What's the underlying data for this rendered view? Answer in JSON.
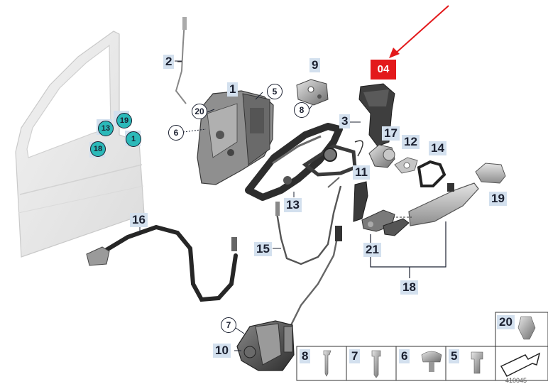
{
  "diagram": {
    "callout_labels": {
      "lbl_1": "1",
      "lbl_2": "2",
      "lbl_3": "3",
      "lbl_9": "9",
      "lbl_10": "10",
      "lbl_11": "11",
      "lbl_12": "12",
      "lbl_13": "13",
      "lbl_14": "14",
      "lbl_15": "15",
      "lbl_16": "16",
      "lbl_17": "17",
      "lbl_18": "18",
      "lbl_19": "19",
      "lbl_21": "21"
    },
    "circled_labels": {
      "c5": "5",
      "c6": "6",
      "c7": "7",
      "c8": "8",
      "c20": "20"
    },
    "door_markers": {
      "m13": "13",
      "m19": "19",
      "m18": "18",
      "m1": "1"
    },
    "highlight": {
      "label": "04",
      "color": "#e3191b"
    },
    "fastener_table": {
      "cells": [
        "8",
        "7",
        "6",
        "5"
      ],
      "top_cell": "20"
    },
    "footer_code": "410045"
  }
}
